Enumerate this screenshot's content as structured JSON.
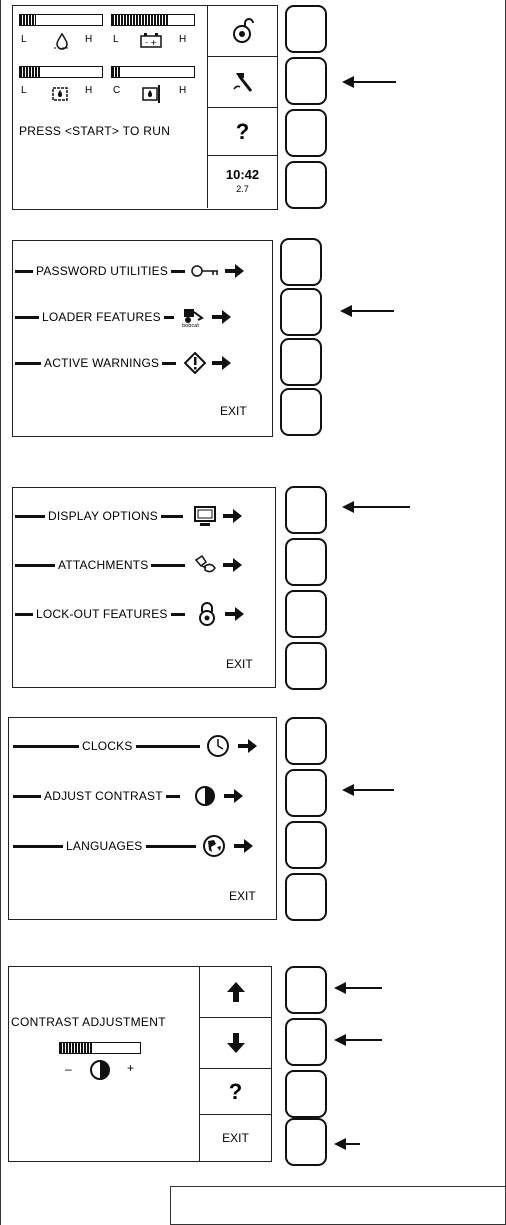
{
  "screen1": {
    "gauges": [
      {
        "low": "L",
        "high": "H",
        "icon": "engine-oil-icon",
        "fill": 0.2
      },
      {
        "low": "L",
        "high": "H",
        "icon": "battery-icon",
        "fill": 0.7
      },
      {
        "low": "L",
        "high": "H",
        "icon": "fuel-icon",
        "fill": 0.25
      },
      {
        "low": "C",
        "high": "H",
        "icon": "coolant-temp-icon",
        "fill": 0.1
      }
    ],
    "message": "PRESS <START> TO RUN",
    "side": {
      "help": "?",
      "time": "10:42",
      "sub": "2.7"
    }
  },
  "screen2": {
    "items": [
      {
        "label": "PASSWORD UTILITIES",
        "icon": "key-icon"
      },
      {
        "label": "LOADER FEATURES",
        "icon": "loader-icon"
      },
      {
        "label": "ACTIVE WARNINGS",
        "icon": "warning-icon"
      }
    ],
    "exit": "EXIT"
  },
  "screen3": {
    "items": [
      {
        "label": "DISPLAY OPTIONS",
        "icon": "monitor-icon"
      },
      {
        "label": "ATTACHMENTS",
        "icon": "attachment-icon"
      },
      {
        "label": "LOCK-OUT FEATURES",
        "icon": "padlock-icon"
      }
    ],
    "exit": "EXIT"
  },
  "screen4": {
    "items": [
      {
        "label": "CLOCKS",
        "icon": "clock-icon"
      },
      {
        "label": "ADJUST CONTRAST",
        "icon": "contrast-icon"
      },
      {
        "label": "LANGUAGES",
        "icon": "globe-icon"
      }
    ],
    "exit": "EXIT"
  },
  "screen5": {
    "title": "CONTRAST ADJUSTMENT",
    "minus": "–",
    "plus": "+",
    "level": 0.4,
    "side": {
      "help": "?",
      "exit": "EXIT"
    }
  }
}
